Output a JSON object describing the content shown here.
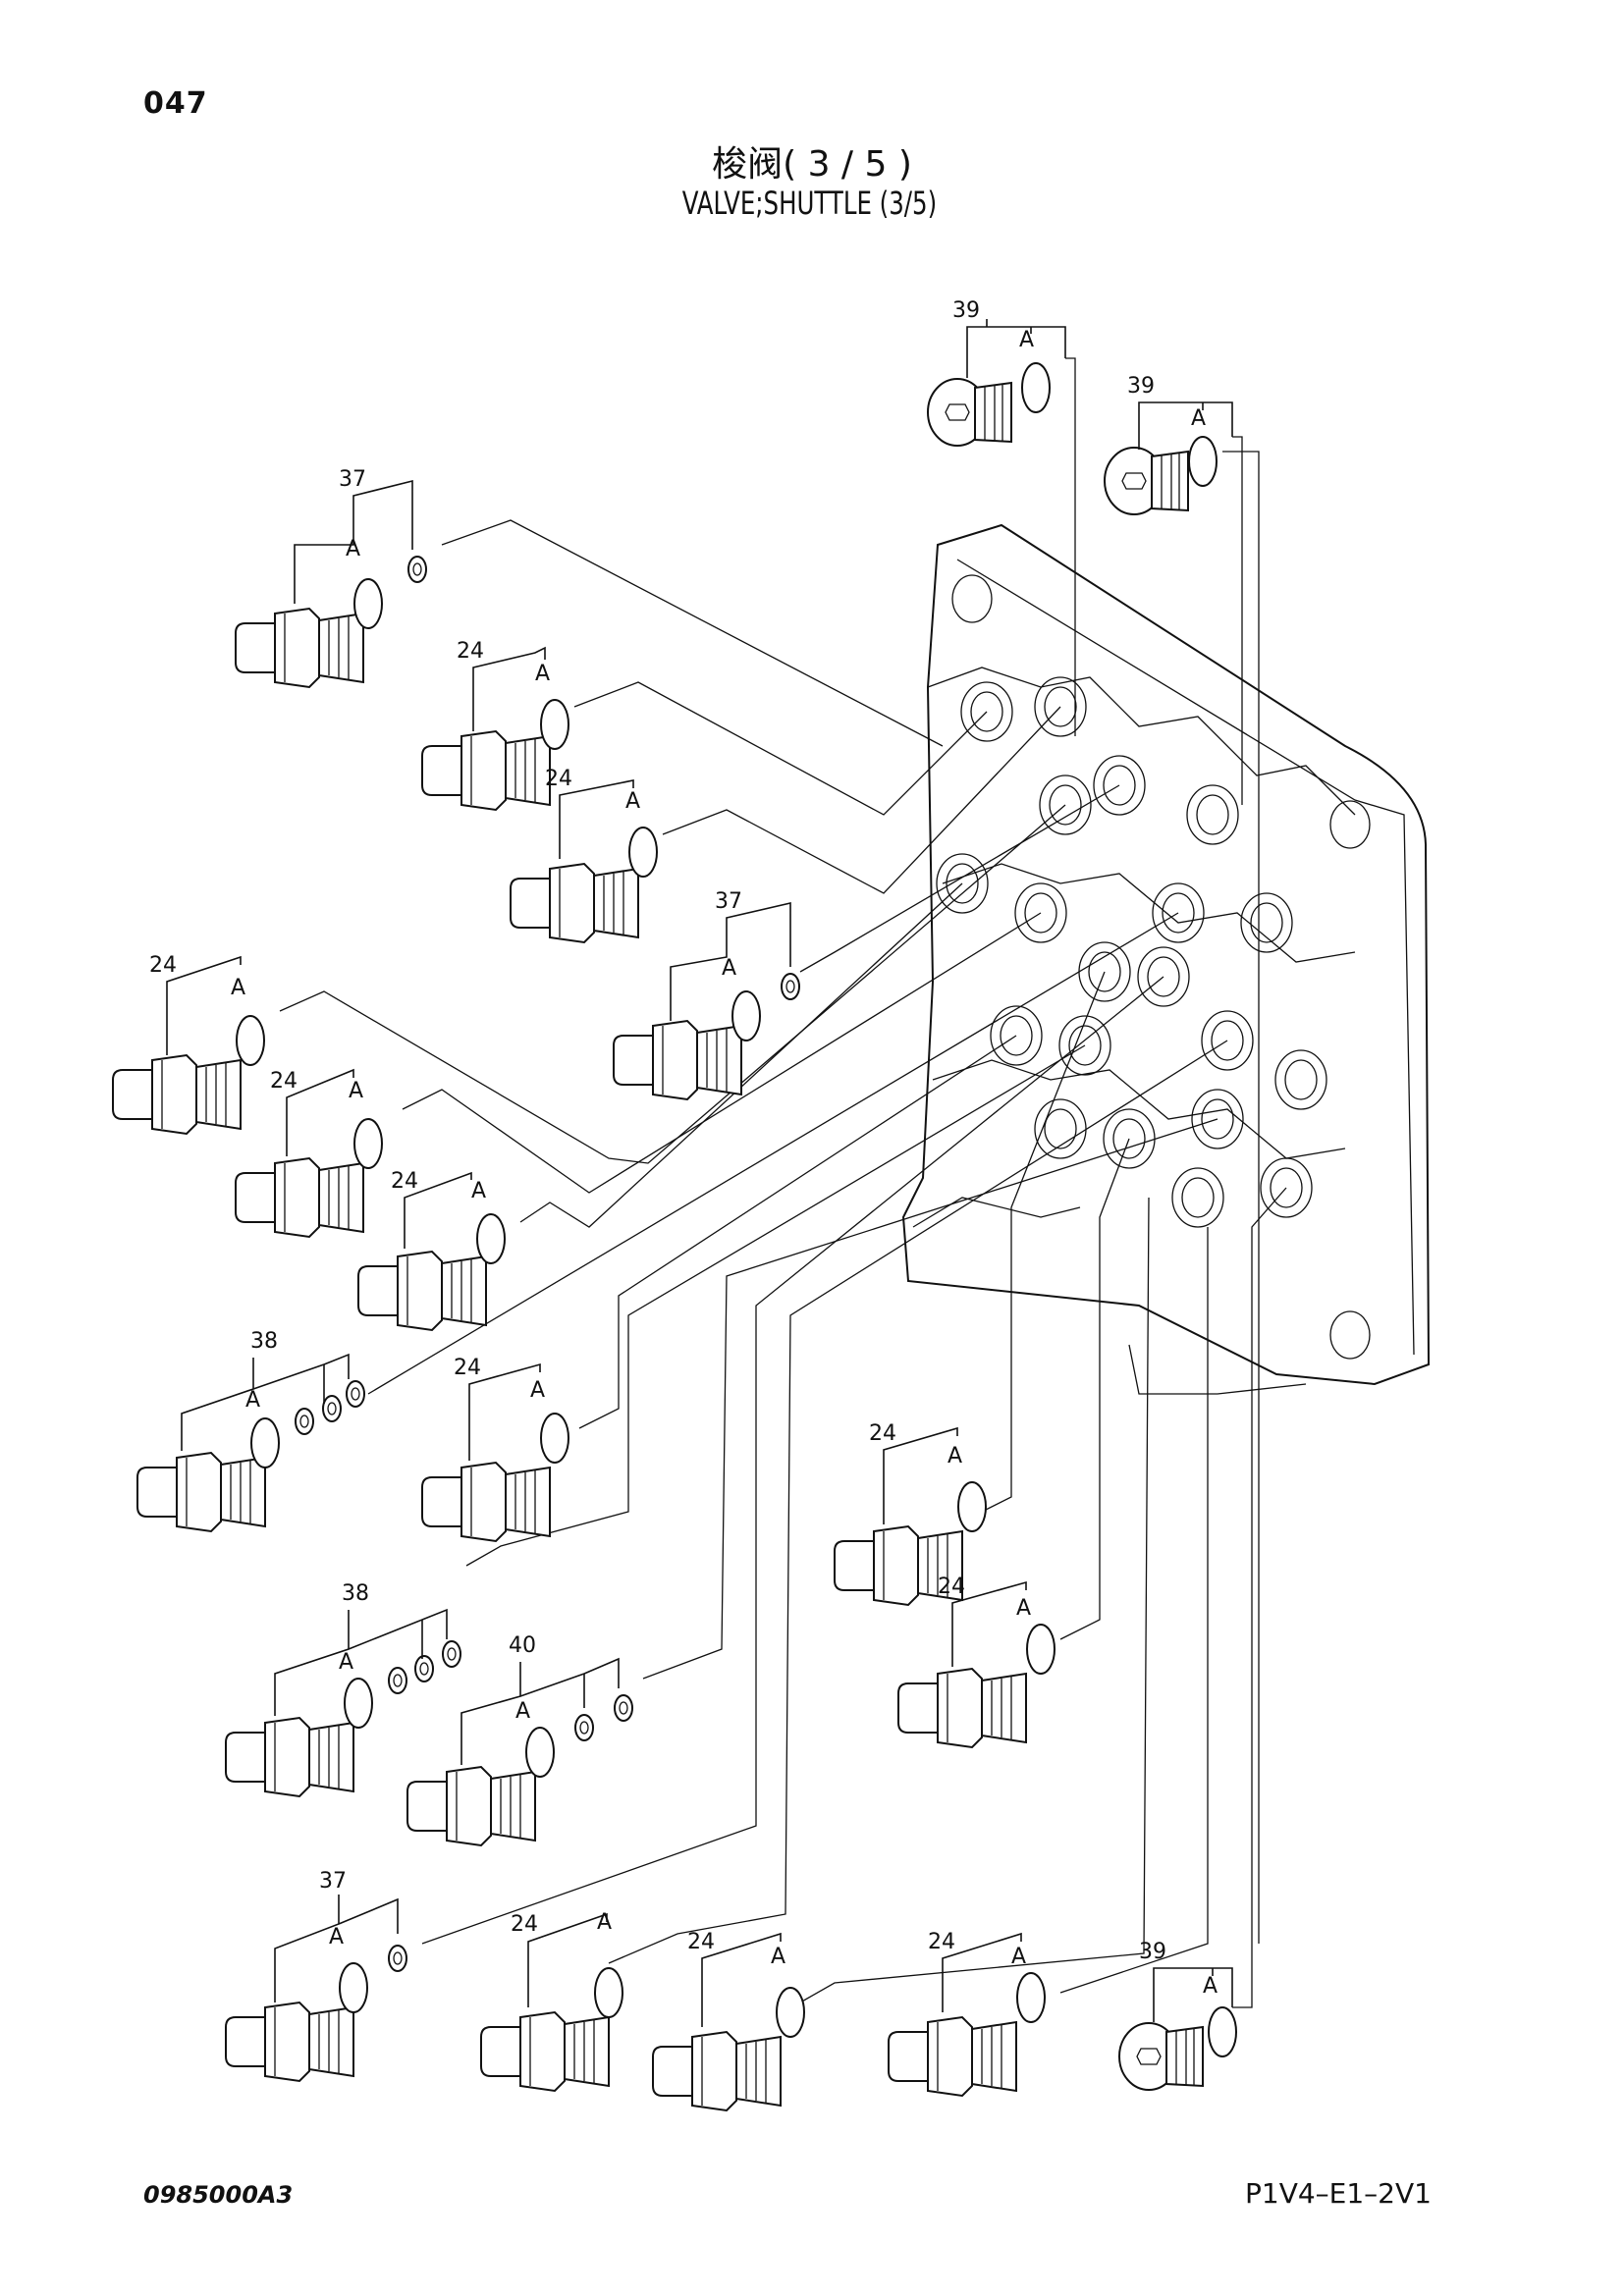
{
  "header": {
    "page_number": "047",
    "title_cn": "梭阀( 3 / 5 )",
    "title_en": "VALVE;SHUTTLE (3/5)"
  },
  "footer": {
    "document_code": "0985000A3",
    "page_code": "P1V4–E1–2V1"
  },
  "callouts": [
    {
      "part_no": "39",
      "sub": "A"
    },
    {
      "part_no": "39",
      "sub": "A"
    },
    {
      "part_no": "37",
      "sub": "A"
    },
    {
      "part_no": "24",
      "sub": "A"
    },
    {
      "part_no": "24",
      "sub": "A"
    },
    {
      "part_no": "37",
      "sub": "A"
    },
    {
      "part_no": "24",
      "sub": "A"
    },
    {
      "part_no": "24",
      "sub": "A"
    },
    {
      "part_no": "24",
      "sub": "A"
    },
    {
      "part_no": "38",
      "sub": "A"
    },
    {
      "part_no": "24",
      "sub": "A"
    },
    {
      "part_no": "24",
      "sub": "A"
    },
    {
      "part_no": "24",
      "sub": "A"
    },
    {
      "part_no": "38",
      "sub": "A"
    },
    {
      "part_no": "40",
      "sub": "A"
    },
    {
      "part_no": "37",
      "sub": "A"
    },
    {
      "part_no": "24",
      "sub": "A"
    },
    {
      "part_no": "24",
      "sub": "A"
    },
    {
      "part_no": "24",
      "sub": "A"
    },
    {
      "part_no": "39",
      "sub": "A"
    }
  ]
}
